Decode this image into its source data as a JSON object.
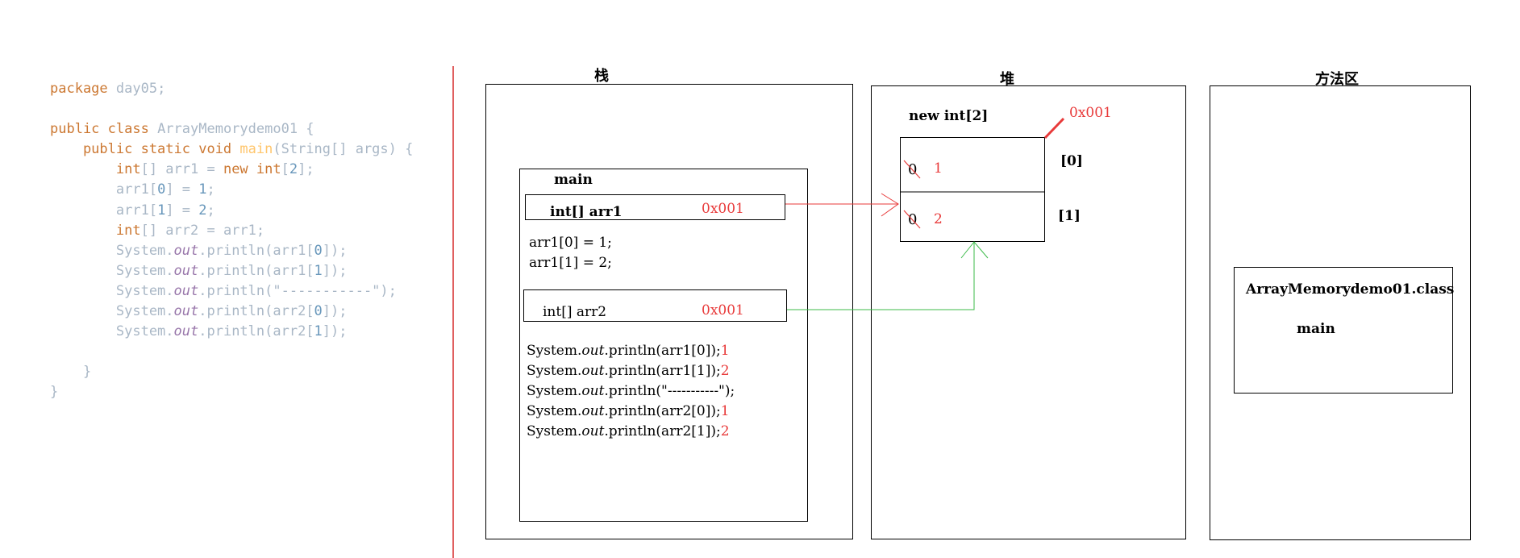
{
  "code": {
    "lines": [
      [
        {
          "t": "package ",
          "c": "kw"
        },
        {
          "t": "day05;",
          "c": "id"
        }
      ],
      [],
      [
        {
          "t": "public class ",
          "c": "kw"
        },
        {
          "t": "ArrayMemorydemo01 {",
          "c": "id"
        }
      ],
      [
        {
          "t": "    public static void ",
          "c": "kw"
        },
        {
          "t": "main",
          "c": "fn"
        },
        {
          "t": "(String[] args) {",
          "c": "id"
        }
      ],
      [
        {
          "t": "        int",
          "c": "kw"
        },
        {
          "t": "[] arr1 = ",
          "c": "id"
        },
        {
          "t": "new int",
          "c": "kw"
        },
        {
          "t": "[",
          "c": "id"
        },
        {
          "t": "2",
          "c": "num"
        },
        {
          "t": "];",
          "c": "id"
        }
      ],
      [
        {
          "t": "        arr1[",
          "c": "id"
        },
        {
          "t": "0",
          "c": "num"
        },
        {
          "t": "] = ",
          "c": "id"
        },
        {
          "t": "1",
          "c": "num"
        },
        {
          "t": ";",
          "c": "id"
        }
      ],
      [
        {
          "t": "        arr1[",
          "c": "id"
        },
        {
          "t": "1",
          "c": "num"
        },
        {
          "t": "] = ",
          "c": "id"
        },
        {
          "t": "2",
          "c": "num"
        },
        {
          "t": ";",
          "c": "id"
        }
      ],
      [
        {
          "t": "        int",
          "c": "kw"
        },
        {
          "t": "[] arr2 = arr1;",
          "c": "id"
        }
      ],
      [
        {
          "t": "        System.",
          "c": "id"
        },
        {
          "t": "out",
          "c": "fld"
        },
        {
          "t": ".println(arr1[",
          "c": "id"
        },
        {
          "t": "0",
          "c": "num"
        },
        {
          "t": "]);",
          "c": "id"
        }
      ],
      [
        {
          "t": "        System.",
          "c": "id"
        },
        {
          "t": "out",
          "c": "fld"
        },
        {
          "t": ".println(arr1[",
          "c": "id"
        },
        {
          "t": "1",
          "c": "num"
        },
        {
          "t": "]);",
          "c": "id"
        }
      ],
      [
        {
          "t": "        System.",
          "c": "id"
        },
        {
          "t": "out",
          "c": "fld"
        },
        {
          "t": ".println(\"-----------\");",
          "c": "str"
        }
      ],
      [
        {
          "t": "        System.",
          "c": "id"
        },
        {
          "t": "out",
          "c": "fld"
        },
        {
          "t": ".println(arr2[",
          "c": "id"
        },
        {
          "t": "0",
          "c": "num"
        },
        {
          "t": "]);",
          "c": "id"
        }
      ],
      [
        {
          "t": "        System.",
          "c": "id"
        },
        {
          "t": "out",
          "c": "fld"
        },
        {
          "t": ".println(arr2[",
          "c": "id"
        },
        {
          "t": "1",
          "c": "num"
        },
        {
          "t": "]);",
          "c": "id"
        }
      ],
      [],
      [
        {
          "t": "    }",
          "c": "id"
        }
      ],
      [
        {
          "t": "}",
          "c": "id"
        }
      ]
    ]
  },
  "stack": {
    "title": "栈",
    "frame_label": "main",
    "arr1_decl": "int[] arr1",
    "arr1_addr": "0x001",
    "assign1": "arr1[0] = 1;",
    "assign2": "arr1[1] = 2;",
    "arr2_decl": "int[] arr2",
    "arr2_addr": "0x001",
    "prints": [
      {
        "pre": "System.",
        "fld": "out",
        "post": ".println(arr1[0]);",
        "res": "1"
      },
      {
        "pre": "System.",
        "fld": "out",
        "post": ".println(arr1[1]);",
        "res": "2"
      },
      {
        "pre": "System.",
        "fld": "out",
        "post": ".println(\"-----------\");",
        "res": ""
      },
      {
        "pre": "System.",
        "fld": "out",
        "post": ".println(arr2[0]);",
        "res": "1"
      },
      {
        "pre": "System.",
        "fld": "out",
        "post": ".println(arr2[1]);",
        "res": "2"
      }
    ]
  },
  "heap": {
    "title": "堆",
    "new_label": "new int[2]",
    "addr": "0x001",
    "cells": [
      {
        "old": "0",
        "val": "1",
        "index": "[0]"
      },
      {
        "old": "0",
        "val": "2",
        "index": "[1]"
      }
    ]
  },
  "method_area": {
    "title": "方法区",
    "class_name": "ArrayMemorydemo01.class",
    "method": "main"
  },
  "colors": {
    "divider": "#e06060",
    "red": "#e83a3a",
    "green": "#3dbb4a"
  }
}
